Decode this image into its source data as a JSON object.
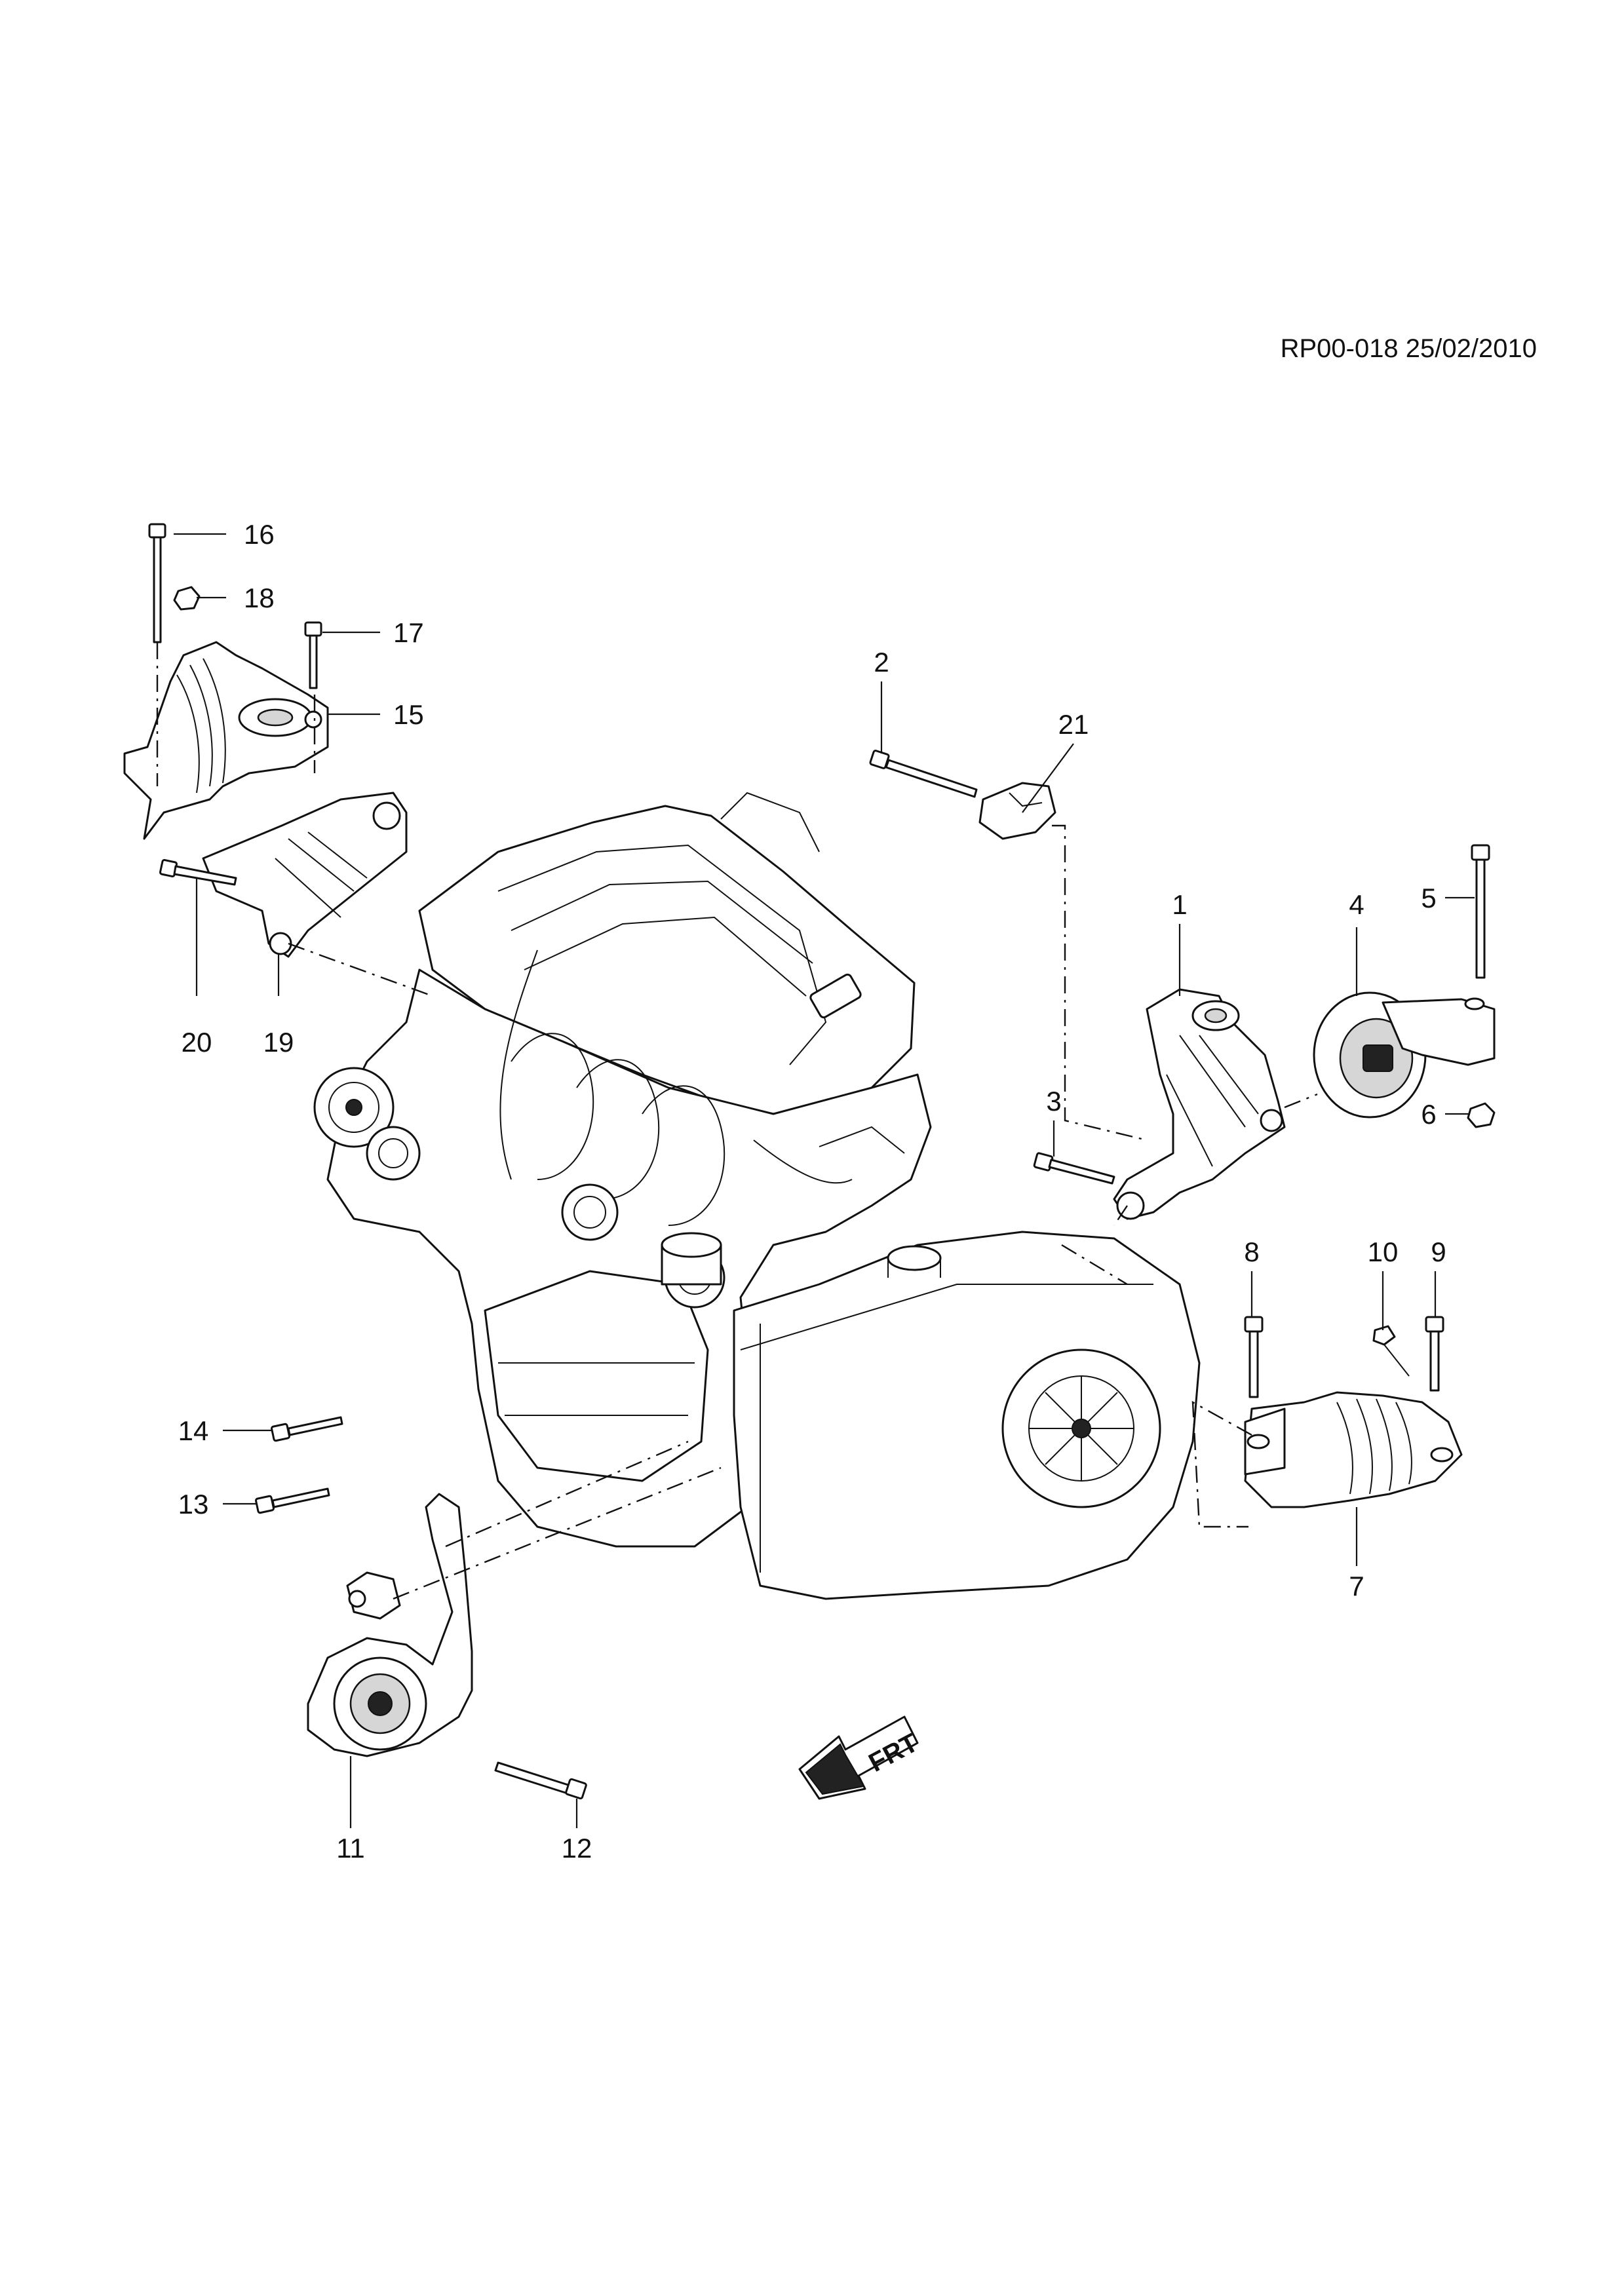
{
  "reference": "RP00-018 25/02/2010",
  "callouts": [
    {
      "id": "c1",
      "label": "1"
    },
    {
      "id": "c2",
      "label": "2"
    },
    {
      "id": "c3",
      "label": "3"
    },
    {
      "id": "c4",
      "label": "4"
    },
    {
      "id": "c5",
      "label": "5"
    },
    {
      "id": "c6",
      "label": "6"
    },
    {
      "id": "c7",
      "label": "7"
    },
    {
      "id": "c8",
      "label": "8"
    },
    {
      "id": "c9",
      "label": "9"
    },
    {
      "id": "c10",
      "label": "10"
    },
    {
      "id": "c11",
      "label": "11"
    },
    {
      "id": "c12",
      "label": "12"
    },
    {
      "id": "c13",
      "label": "13"
    },
    {
      "id": "c14",
      "label": "14"
    },
    {
      "id": "c15",
      "label": "15"
    },
    {
      "id": "c16",
      "label": "16"
    },
    {
      "id": "c17",
      "label": "17"
    },
    {
      "id": "c18",
      "label": "18"
    },
    {
      "id": "c19",
      "label": "19"
    },
    {
      "id": "c20",
      "label": "20"
    },
    {
      "id": "c21",
      "label": "21"
    }
  ],
  "direction_arrow": {
    "label": "FRT",
    "icon": "front-direction-arrow-icon"
  }
}
